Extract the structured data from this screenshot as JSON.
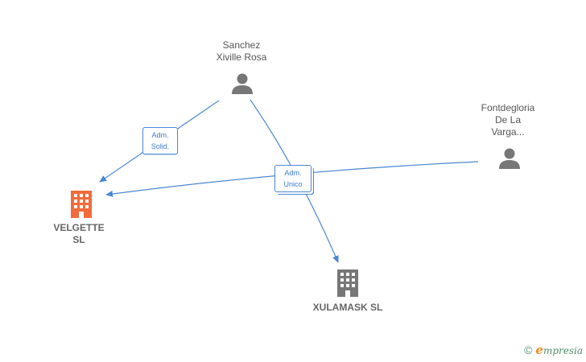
{
  "nodes": {
    "sanchez": {
      "label_line1": "Sanchez",
      "label_line2": "Xiville Rosa",
      "icon": "person-icon"
    },
    "fontdegloria": {
      "label_line1": "Fontdegloria",
      "label_line2": "De La",
      "label_line3": "Varga...",
      "icon": "person-icon"
    },
    "velgette": {
      "label_line1": "VELGETTE",
      "label_line2": "SL",
      "icon": "building-icon",
      "color": "#f26b3a"
    },
    "xulamask": {
      "label": "XULAMASK  SL",
      "icon": "building-icon",
      "color": "#777777"
    }
  },
  "edges": {
    "adm_solid": {
      "line1": "Adm.",
      "line2": "Solid."
    },
    "adm_unico": {
      "line1": "Adm.",
      "line2": "Unico"
    }
  },
  "colors": {
    "edge": "#4a87d4",
    "person": "#777777"
  },
  "brand": {
    "copyright": "©",
    "initial": "e",
    "name": "mpresia"
  }
}
